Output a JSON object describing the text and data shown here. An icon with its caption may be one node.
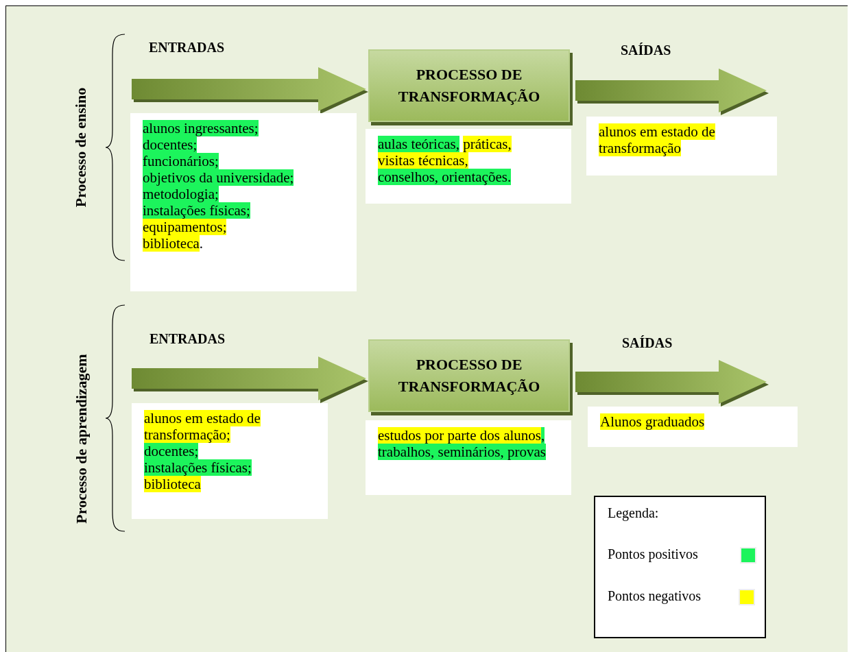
{
  "diagram": {
    "nodes": [
      {
        "text": [
          "alunos ingressantes;",
          "docentes;",
          "funcionários;",
          "objetivos da universidade;",
          "metodologia;",
          "instalações físicas;",
          "equipamentos;",
          "biblioteca",
          "."
        ]
      },
      {
        "text": [
          "PROCESSO DE TRANSFORMAÇÃO"
        ]
      },
      {
        "text": [
          "aulas teóricas,",
          "práticas, visitas técnicas,",
          "conselhos, orientações."
        ]
      },
      {
        "text": [
          "alunos em estado de transformação"
        ]
      },
      {
        "text": [
          "alunos em estado de transformação;",
          "docentes;",
          "instalações físicas;",
          "biblioteca"
        ]
      },
      {
        "text": [
          "PROCESSO DE TRANSFORMAÇÃO"
        ]
      },
      {
        "text": [
          "estudos por parte dos alunos",
          ", trabalhos, seminários, provas"
        ]
      },
      {
        "text": [
          "Alunos graduados"
        ]
      }
    ],
    "edges": [
      {
        "from": null,
        "to": 1,
        "arrow": "to",
        "style": "thick"
      },
      {
        "from": 1,
        "to": null,
        "arrow": "to",
        "style": "thick"
      },
      {
        "from": null,
        "to": 5,
        "arrow": "to",
        "style": "thick"
      },
      {
        "from": 5,
        "to": null,
        "arrow": "to",
        "style": "thick"
      }
    ],
    "labels": [
      "ENTRADAS",
      "SAÍDAS",
      "Processo de ensino",
      "ENTRADAS",
      "SAÍDAS",
      "Processo de aprendizagem",
      "Legenda:"
    ],
    "legend": [
      {
        "text": "Pontos positivos",
        "color": "#1cf45c"
      },
      {
        "text": "Pontos negativos",
        "color": "#ffff00"
      }
    ]
  }
}
